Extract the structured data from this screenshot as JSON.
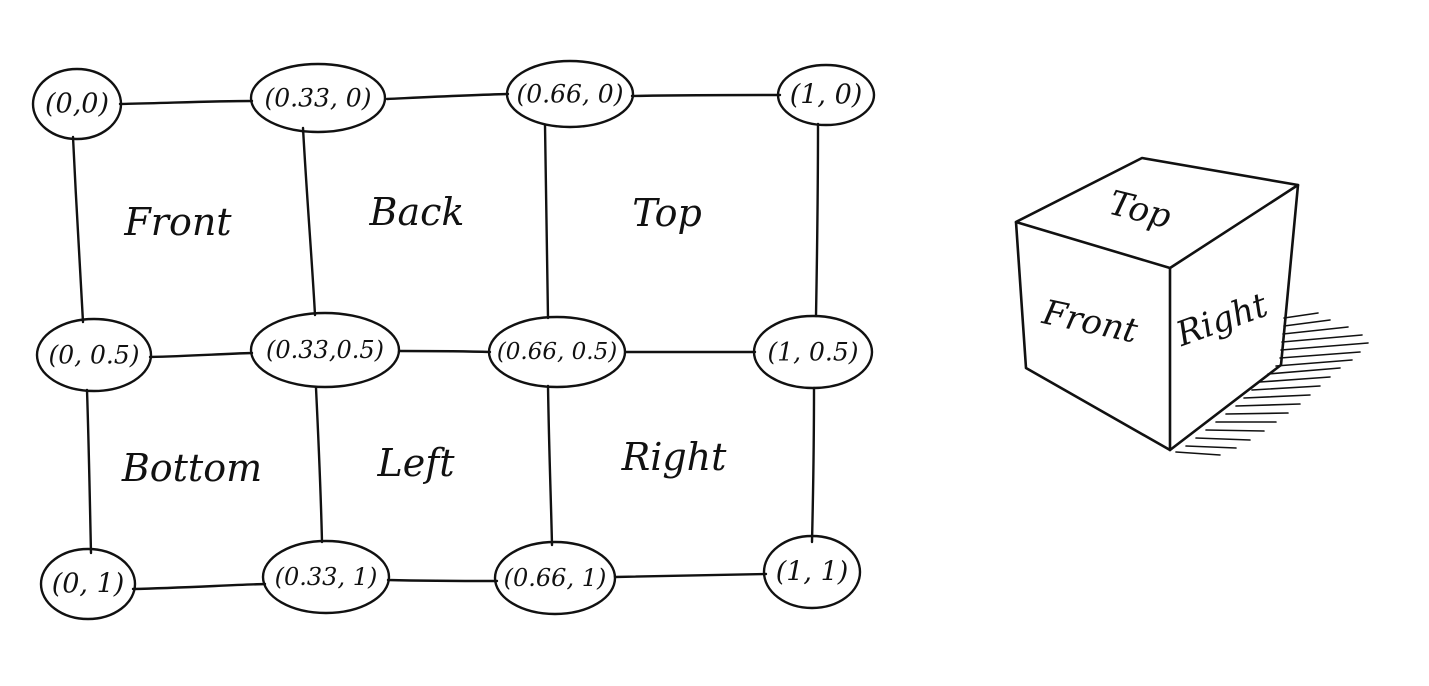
{
  "nodes": [
    {
      "id": "n00",
      "label": "(0,0)"
    },
    {
      "id": "n10",
      "label": "(0.33, 0)"
    },
    {
      "id": "n20",
      "label": "(0.66, 0)"
    },
    {
      "id": "n30",
      "label": "(1, 0)"
    },
    {
      "id": "n01",
      "label": "(0, 0.5)"
    },
    {
      "id": "n11",
      "label": "(0.33,0.5)"
    },
    {
      "id": "n21",
      "label": "(0.66, 0.5)"
    },
    {
      "id": "n31",
      "label": "(1, 0.5)"
    },
    {
      "id": "n02",
      "label": "(0, 1)"
    },
    {
      "id": "n12",
      "label": "(0.33, 1)"
    },
    {
      "id": "n22",
      "label": "(0.66, 1)"
    },
    {
      "id": "n32",
      "label": "(1, 1)"
    }
  ],
  "faces": {
    "front": "Front",
    "back": "Back",
    "top": "Top",
    "bottom": "Bottom",
    "left": "Left",
    "right": "Right"
  },
  "cube": {
    "top": "Top",
    "front": "Front",
    "right": "Right"
  }
}
